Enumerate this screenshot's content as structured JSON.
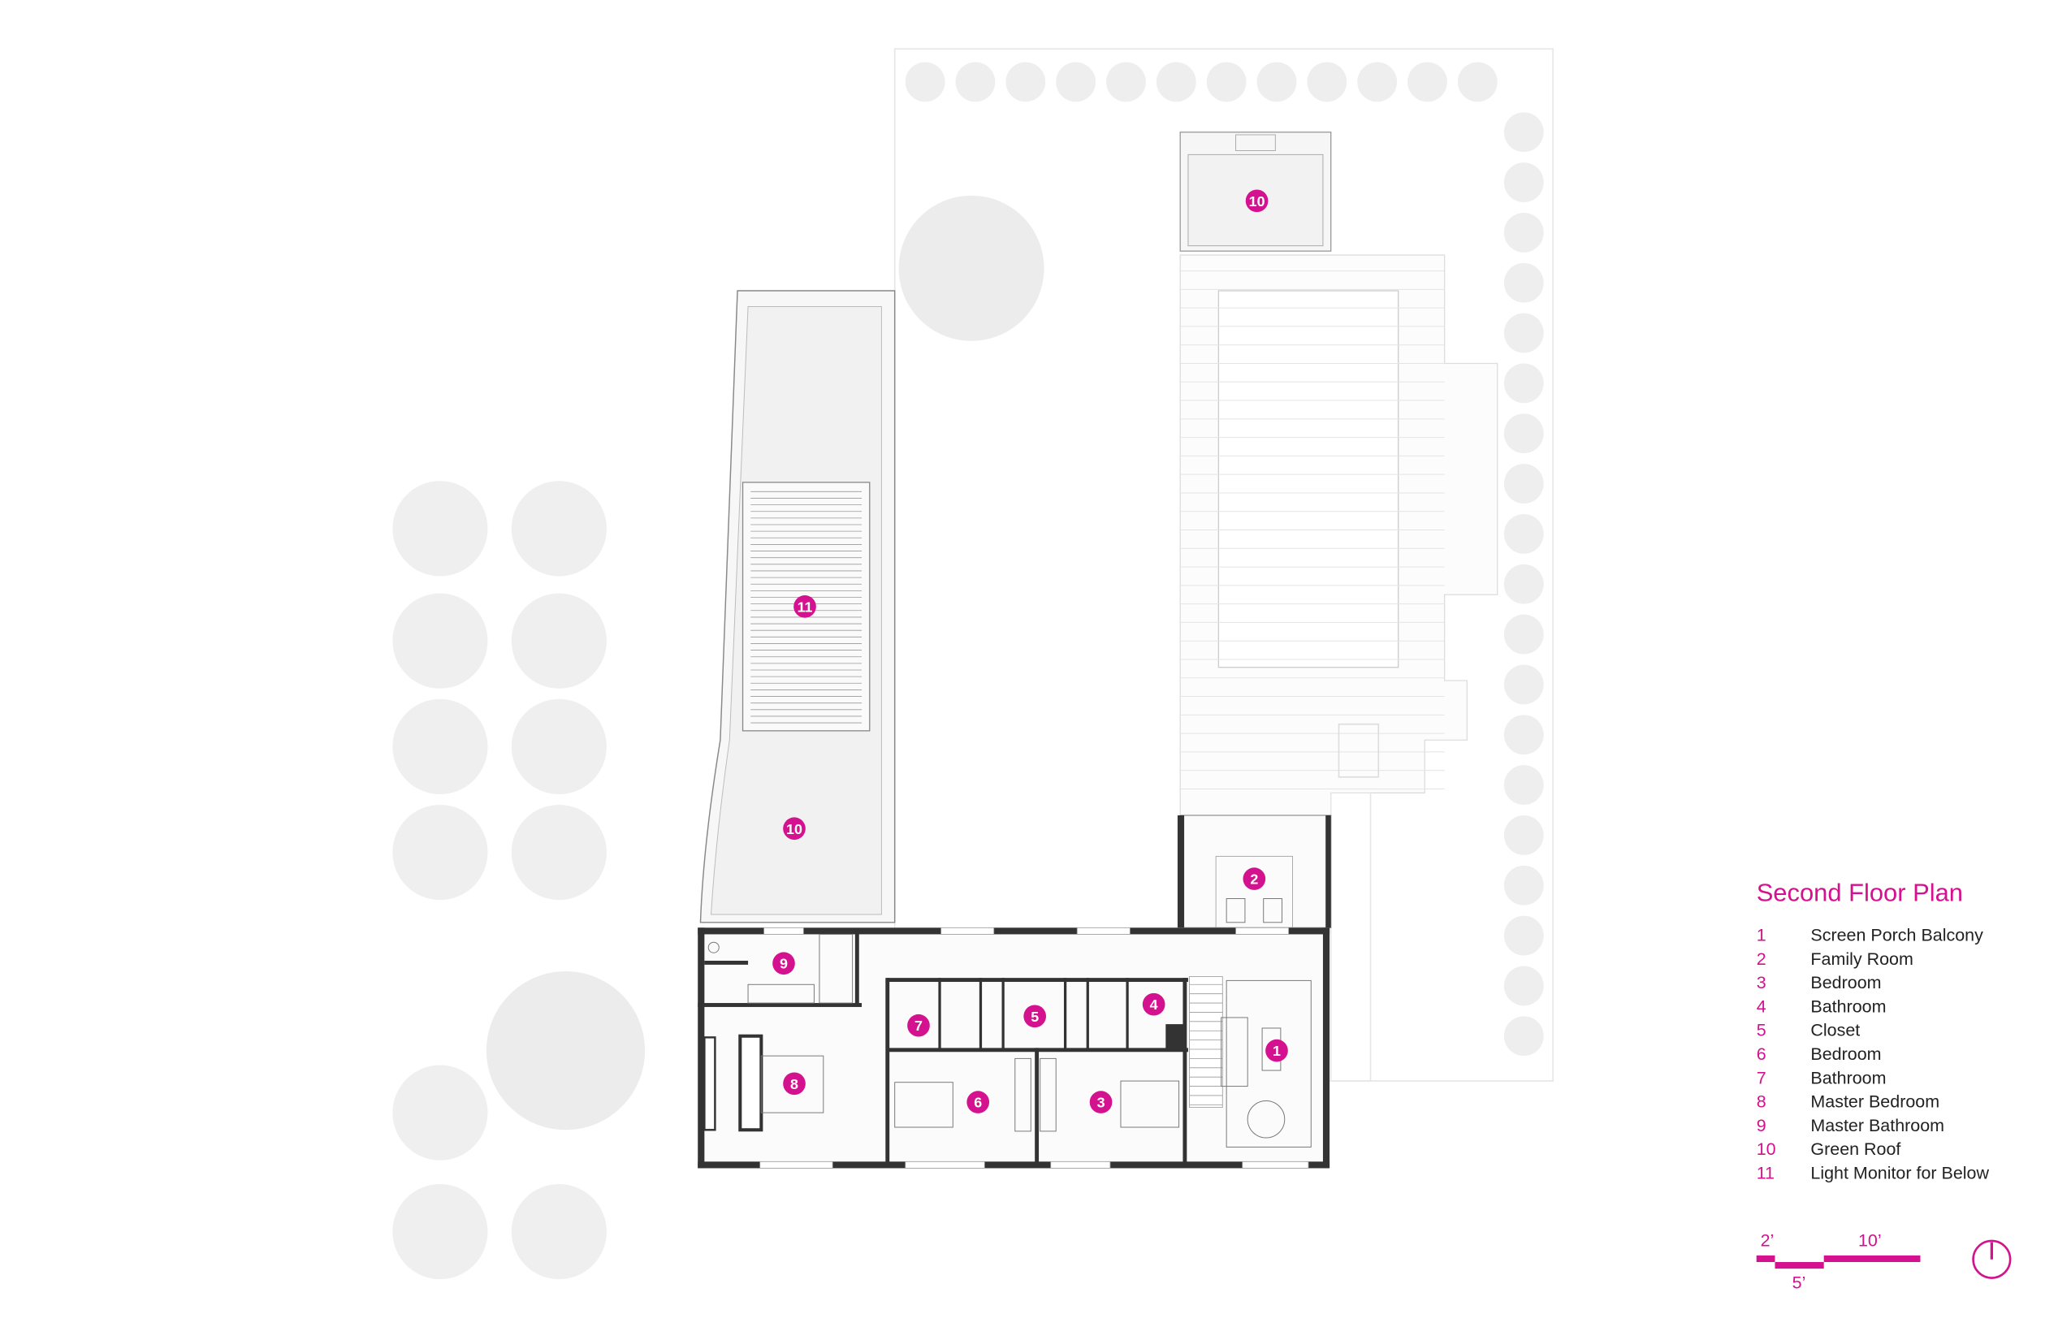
{
  "title": "Second Floor Plan",
  "accent_color": "#d4118e",
  "legend": [
    {
      "num": "1",
      "label": "Screen Porch Balcony"
    },
    {
      "num": "2",
      "label": "Family Room"
    },
    {
      "num": "3",
      "label": "Bedroom"
    },
    {
      "num": "4",
      "label": "Bathroom"
    },
    {
      "num": "5",
      "label": "Closet"
    },
    {
      "num": "6",
      "label": "Bedroom"
    },
    {
      "num": "7",
      "label": "Bathroom"
    },
    {
      "num": "8",
      "label": "Master Bedroom"
    },
    {
      "num": "9",
      "label": "Master Bathroom"
    },
    {
      "num": "10",
      "label": "Green Roof"
    },
    {
      "num": "11",
      "label": "Light Monitor for Below"
    }
  ],
  "markers": [
    "1",
    "2",
    "3",
    "4",
    "5",
    "6",
    "7",
    "8",
    "9",
    "10",
    "10",
    "11"
  ],
  "scale_bar": {
    "labels": [
      "2’",
      "5’",
      "10’"
    ]
  },
  "north_arrow": "north-icon"
}
